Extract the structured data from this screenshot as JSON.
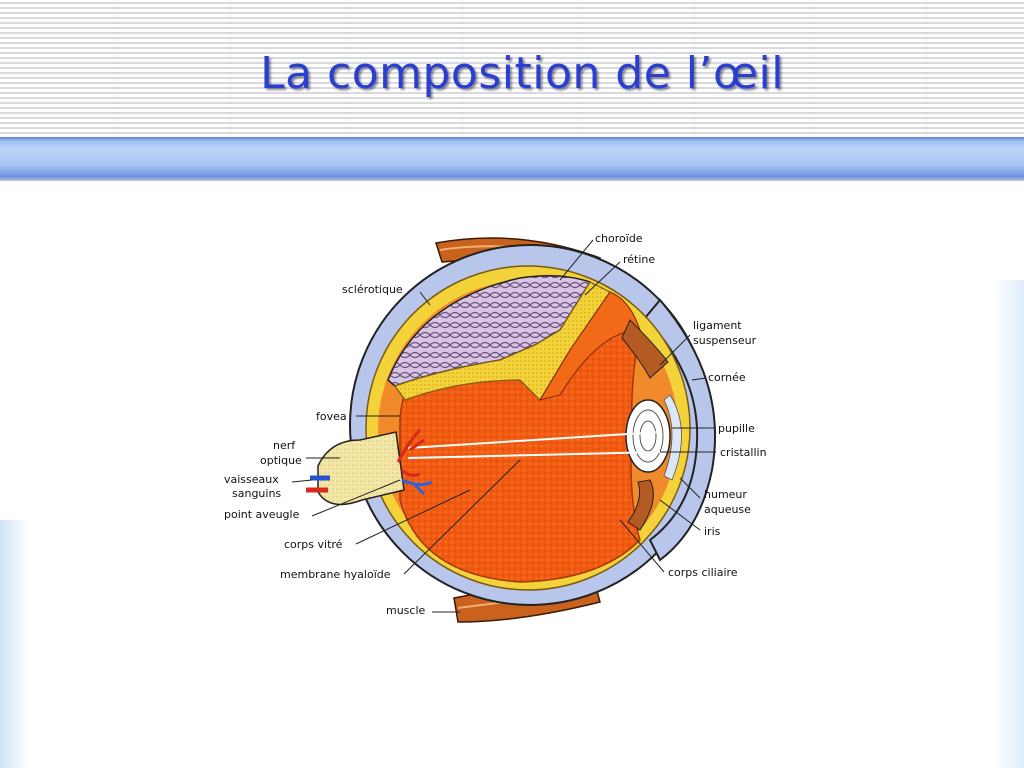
{
  "slide": {
    "title": "La composition de l’œil"
  },
  "diagram": {
    "labels": {
      "choroide": "choroïde",
      "retine": "rétine",
      "sclerotique": "sclérotique",
      "ligament_1": "ligament",
      "ligament_2": "suspenseur",
      "cornee": "cornée",
      "fovea": "fovea",
      "nerf_1": "nerf",
      "nerf_2": "optique",
      "pupille": "pupille",
      "cristallin": "cristallin",
      "vaisseaux_1": "vaisseaux",
      "vaisseaux_2": "sanguins",
      "humeur_1": "humeur",
      "humeur_2": "aqueuse",
      "point_aveugle": "point aveugle",
      "iris": "iris",
      "corps_vitre": "corps vitré",
      "corps_ciliaire": "corps ciliaire",
      "membrane": "membrane hyaloïde",
      "muscle": "muscle"
    }
  }
}
